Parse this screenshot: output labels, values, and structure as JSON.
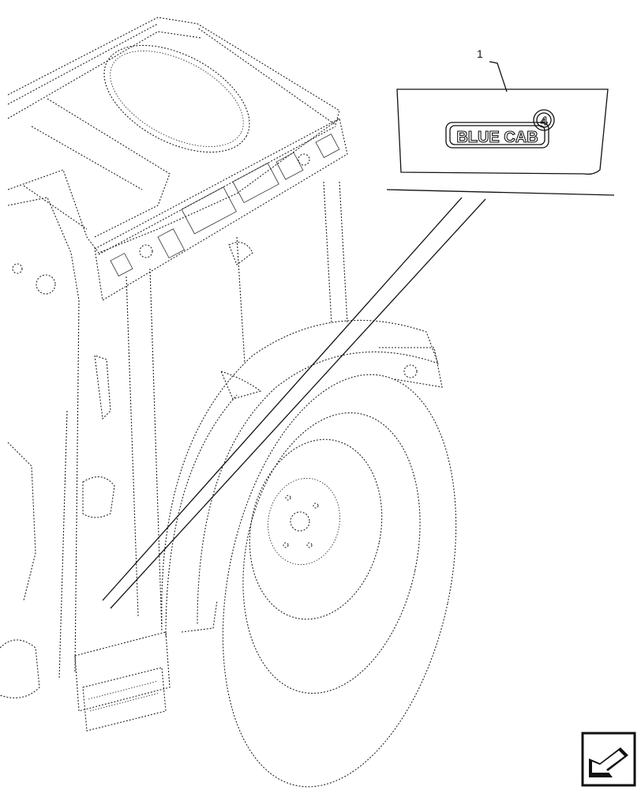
{
  "diagram": {
    "callout_number": "1",
    "label_text": "BLUE CAB",
    "label_superscript": "4"
  },
  "nav": {
    "icon": "previous-page-arrow-icon"
  }
}
